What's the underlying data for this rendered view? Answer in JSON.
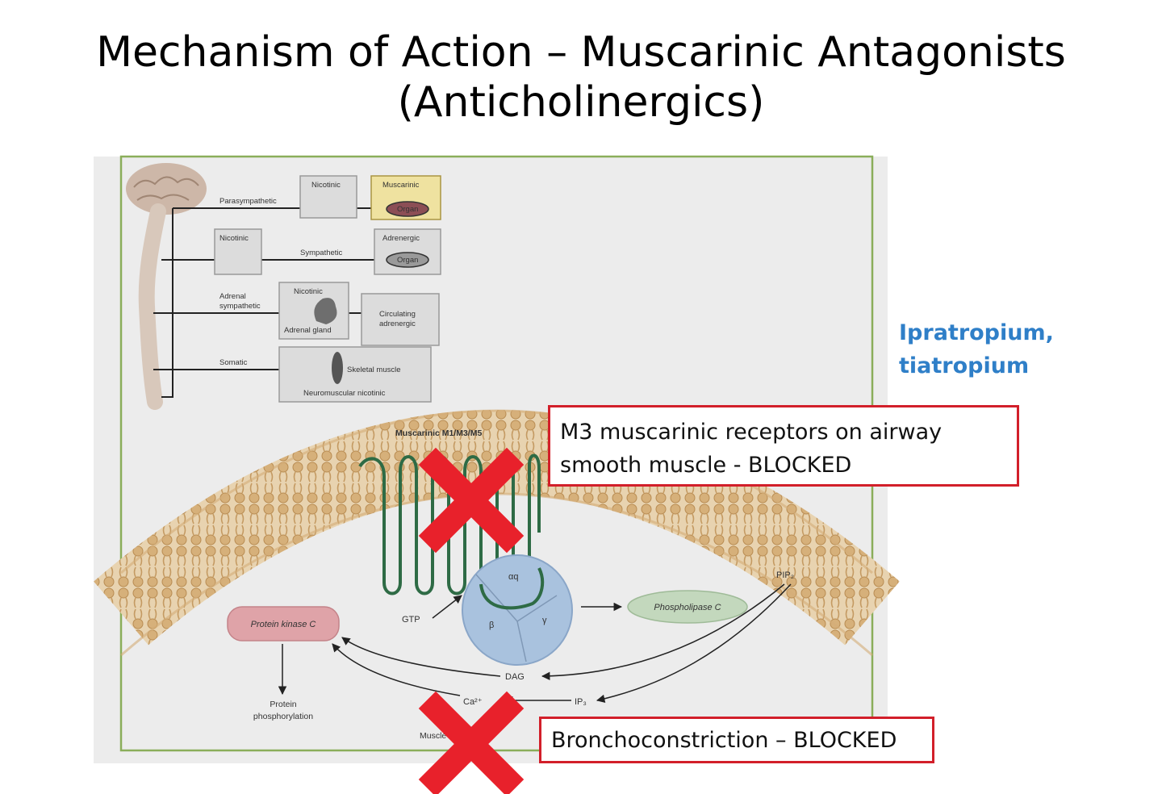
{
  "slide": {
    "title_line1": "Mechanism of Action – Muscarinic Antagonists",
    "title_line2": "(Anticholinergics)"
  },
  "drug_names": {
    "line1": "Ipratropium,",
    "line2": "tiatropium"
  },
  "callouts": {
    "m3_line1": "M3 muscarinic receptors on airway",
    "m3_line2": "smooth muscle - BLOCKED",
    "bronchoconstriction": "Bronchoconstriction – BLOCKED"
  },
  "nervous_system": {
    "parasympathetic": "Parasympathetic",
    "sympathetic": "Sympathetic",
    "adrenal_sympathetic_1": "Adrenal",
    "adrenal_sympathetic_2": "sympathetic",
    "somatic": "Somatic",
    "nicotinic": "Nicotinic",
    "muscarinic": "Muscarinic",
    "adrenergic": "Adrenergic",
    "organ": "Organ",
    "adrenal_gland": "Adrenal gland",
    "circulating_1": "Circulating",
    "circulating_2": "adrenergic",
    "skeletal_muscle": "Skeletal muscle",
    "neuromuscular_nicotinic": "Neuromuscular nicotinic"
  },
  "pathway": {
    "receptor": "Muscarinic M1/M3/M5",
    "gtp": "GTP",
    "alpha_q": "αq",
    "beta": "β",
    "gamma": "γ",
    "phospholipase_c": "Phospholipase C",
    "pip2": "PIP₂",
    "protein_kinase_c": "Protein kinase C",
    "dag": "DAG",
    "ip3": "IP₃",
    "ca": "Ca²⁺",
    "protein_1": "Protein",
    "protein_2": "phosphorylation",
    "muscle_contraction": "Muscle contraction"
  },
  "colors": {
    "block_mark": "#e8212b",
    "callout_border": "#d21f2a",
    "drug_text": "#2f7fc8",
    "membrane": "#d9b98a",
    "receptor_line": "#2e6b45",
    "g_protein": "#a9c2de",
    "phospholipase": "#c3d8bd",
    "protein_kinase": "#dfa3a8",
    "muscarinic_box": "#efe2a0"
  }
}
